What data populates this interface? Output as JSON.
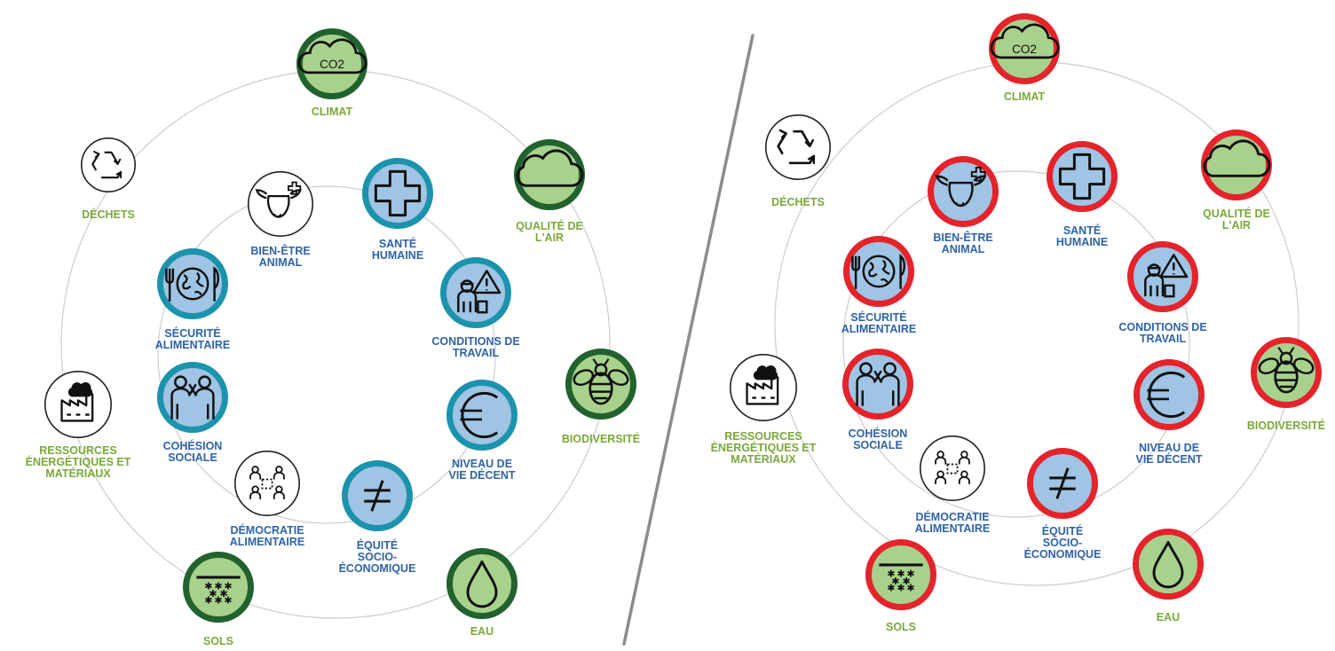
{
  "colors": {
    "env_label": "#7aa83a",
    "soc_label": "#2e63a7",
    "env_fill": "#a8d28c",
    "soc_fill": "#9fc4e4",
    "neutral_fill": "#ffffff",
    "env_ring": "#21622e",
    "soc_ring": "#1c93ad",
    "alert_ring": "#e4232b",
    "neutral_ring": "#222222",
    "divider": "#8c8c8c",
    "guide_circle": "#cccccc"
  },
  "labels": {
    "climat": "CLIMAT",
    "qualite_air": "QUALITÉ DE\nL'AIR",
    "biodiversite": "BIODIVERSITÉ",
    "eau": "EAU",
    "sols": "SOLS",
    "ressources": "RESSOURCES\nÉNERGÉTIQUES ET\nMATÉRIAUX",
    "dechets": "DÉCHETS",
    "sante": "SANTÉ\nHUMAINE",
    "conditions": "CONDITIONS DE\nTRAVAIL",
    "niveau": "NIVEAU DE\nVIE DÉCENT",
    "equite": "ÉQUITÉ\nSOCIO-\nÉCONOMIQUE",
    "democratie": "DÉMOCRATIE\nALIMENTAIRE",
    "cohesion": "COHÉSION\nSOCIALE",
    "securite": "SÉCURITÉ\nALIMENTAIRE",
    "bien_etre": "BIEN-ÊTRE\nANIMAL"
  },
  "co2_text": "CO2",
  "panels": [
    {
      "name": "left",
      "nodes": [
        {
          "id": "climat",
          "icon": "co2-cloud-icon",
          "group": "env",
          "state": "ok"
        },
        {
          "id": "qualite_air",
          "icon": "cloud-icon",
          "group": "env",
          "state": "ok"
        },
        {
          "id": "biodiversite",
          "icon": "bee-icon",
          "group": "env",
          "state": "ok"
        },
        {
          "id": "eau",
          "icon": "water-drop-icon",
          "group": "env",
          "state": "ok"
        },
        {
          "id": "sols",
          "icon": "soil-icon",
          "group": "env",
          "state": "ok"
        },
        {
          "id": "ressources",
          "icon": "factory-icon",
          "group": "env",
          "state": "neutral"
        },
        {
          "id": "dechets",
          "icon": "recycle-icon",
          "group": "env",
          "state": "neutral"
        },
        {
          "id": "sante",
          "icon": "medical-cross-icon",
          "group": "soc",
          "state": "ok"
        },
        {
          "id": "conditions",
          "icon": "worker-warning-icon",
          "group": "soc",
          "state": "ok"
        },
        {
          "id": "niveau",
          "icon": "euro-icon",
          "group": "soc",
          "state": "ok"
        },
        {
          "id": "equite",
          "icon": "not-equal-icon",
          "group": "soc",
          "state": "ok"
        },
        {
          "id": "democratie",
          "icon": "people-network-icon",
          "group": "soc",
          "state": "neutral"
        },
        {
          "id": "cohesion",
          "icon": "people-holding-hands-icon",
          "group": "soc",
          "state": "ok"
        },
        {
          "id": "securite",
          "icon": "fork-globe-knife-icon",
          "group": "soc",
          "state": "ok"
        },
        {
          "id": "bien_etre",
          "icon": "cow-health-icon",
          "group": "soc",
          "state": "neutral"
        }
      ]
    },
    {
      "name": "right",
      "nodes": [
        {
          "id": "climat",
          "icon": "co2-cloud-icon",
          "group": "env",
          "state": "alert"
        },
        {
          "id": "qualite_air",
          "icon": "cloud-icon",
          "group": "env",
          "state": "alert"
        },
        {
          "id": "biodiversite",
          "icon": "bee-icon",
          "group": "env",
          "state": "alert"
        },
        {
          "id": "eau",
          "icon": "water-drop-icon",
          "group": "env",
          "state": "alert"
        },
        {
          "id": "sols",
          "icon": "soil-icon",
          "group": "env",
          "state": "alert"
        },
        {
          "id": "ressources",
          "icon": "factory-icon",
          "group": "env",
          "state": "neutral"
        },
        {
          "id": "dechets",
          "icon": "recycle-icon",
          "group": "env",
          "state": "neutral"
        },
        {
          "id": "sante",
          "icon": "medical-cross-icon",
          "group": "soc",
          "state": "alert"
        },
        {
          "id": "conditions",
          "icon": "worker-warning-icon",
          "group": "soc",
          "state": "alert"
        },
        {
          "id": "niveau",
          "icon": "euro-icon",
          "group": "soc",
          "state": "alert"
        },
        {
          "id": "equite",
          "icon": "not-equal-icon",
          "group": "soc",
          "state": "alert"
        },
        {
          "id": "democratie",
          "icon": "people-network-icon",
          "group": "soc",
          "state": "neutral"
        },
        {
          "id": "cohesion",
          "icon": "people-holding-hands-icon",
          "group": "soc",
          "state": "alert"
        },
        {
          "id": "securite",
          "icon": "fork-globe-knife-icon",
          "group": "soc",
          "state": "alert"
        },
        {
          "id": "bien_etre",
          "icon": "cow-health-icon",
          "group": "soc",
          "state": "alert"
        }
      ]
    }
  ]
}
